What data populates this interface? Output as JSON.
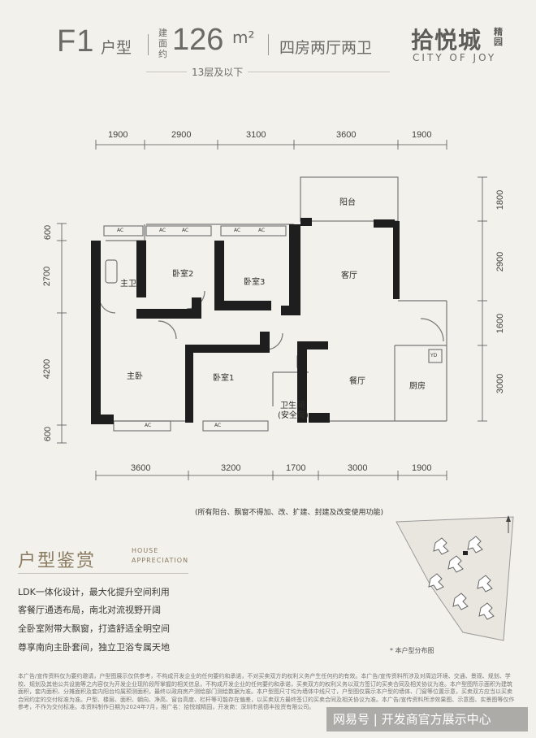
{
  "header": {
    "type_code": "F1",
    "type_label": "户型",
    "area_label": "建面约",
    "area_value": "126",
    "area_unit": "m²",
    "rooms": "四房两厅两卫",
    "floors": "13层及以下"
  },
  "logo": {
    "name_cn": "拾悦城",
    "badge": "精园",
    "name_en": "CITY OF JOY"
  },
  "plan": {
    "dims_top": [
      "1900",
      "2900",
      "3100",
      "3600",
      "1900"
    ],
    "dims_bottom": [
      "3600",
      "3200",
      "1700",
      "3000",
      "1900"
    ],
    "dims_left": [
      "600",
      "2700",
      "4200",
      "600"
    ],
    "dims_right": [
      "1800",
      "2900",
      "1600",
      "3000"
    ],
    "rooms": {
      "balcony": "阳台",
      "living": "客厅",
      "bedroom2": "卧室2",
      "bedroom3": "卧室3",
      "master_bath": "主卫",
      "master": "主卧",
      "bedroom1": "卧室1",
      "bath": "卫生间",
      "bath_sub": "(安全房)",
      "dining": "餐厅",
      "kitchen": "厨房"
    },
    "ac_label": "AC",
    "yd_label": "YD"
  },
  "note": "(所有阳台、飘窗不得加、改、扩建、封建及改变使用功能)",
  "appreciation": {
    "title": "户型鉴赏",
    "title_en_1": "HOUSE",
    "title_en_2": "APPRECIATION",
    "features": [
      "LDK一体化设计，最大化提升空间利用",
      "客餐厅通透布局，南北对流视野开阔",
      "全卧室附带大飘窗，打造舒适全明空间",
      "尊享南向主卧套间，独立卫浴专属天地"
    ]
  },
  "map_caption": "* 本户型分布图",
  "disclaimer": "本广告/宣传资料仅为要约邀请，户型图展示仅供参考，不构成开发企业的任何要约和承诺，不对买卖双方的权利义务产生任何约的有效。本广告/宣传资料所涉及对周边环境、交通、景观、规划、学校、规划及其他公共设施等之内容仅为开发企业现阶段所掌握的相关信息，不构成开发企业的任何要约和承诺，买卖双方的权利义务以双方签订的买卖合同及相关协议为准。本户型图所示面积为建筑面积，套内面积、分摊面积及套内阳台均属预测面积，最终以政府房产测绘部门测绘数据为准。本户型图尺寸均为墙体中线尺寸，户型图仅展示本户型的墙体、门窗等位置示意，买卖双方应当以买卖合同约定的交付标准为准。户型、楼层、面积、朝向、净高、窗台高度、栏杆等可能存在偏差，以买卖双方最终签订的买卖合同及相关协议为准。本广告/宣传资料所涉效果图、示意图、实景图等仅作参考，不作为交付标准。本资料制作日期为2024年7月，推广名：拾悦城精园，开发商：深圳市凯德丰投资有限公司。",
  "watermark": "网易号 | 开发商官方展示中心"
}
